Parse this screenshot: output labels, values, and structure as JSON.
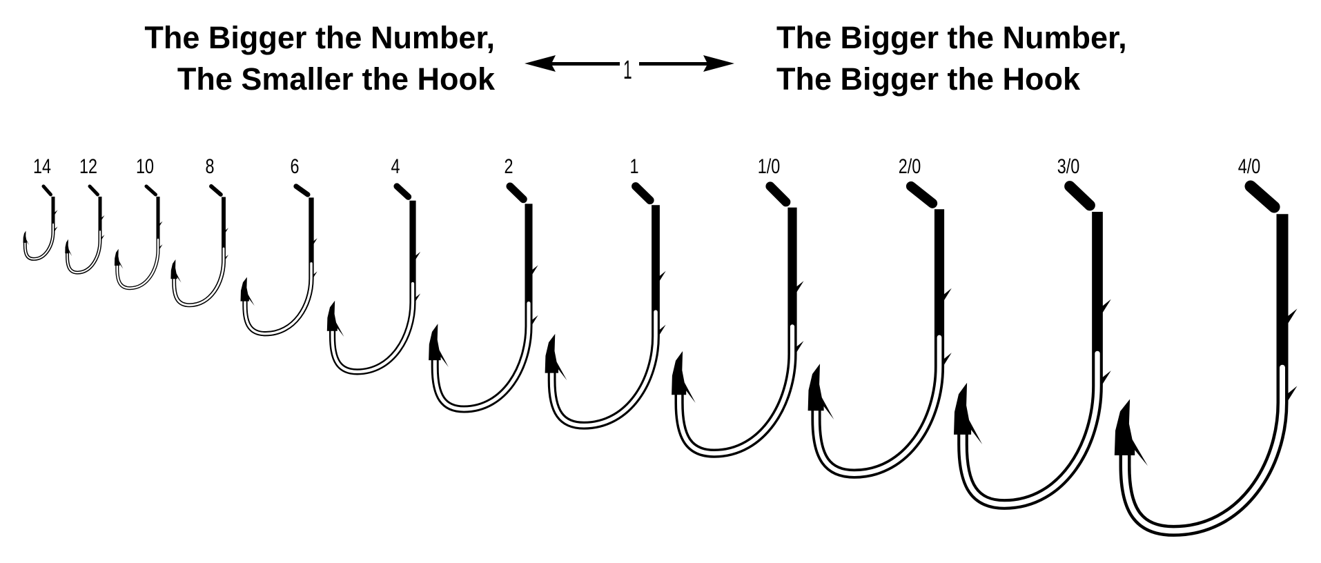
{
  "header": {
    "left": [
      "The Bigger the Number,",
      "The Smaller the Hook"
    ],
    "right": [
      "The Bigger the Number,",
      "The Bigger the Hook"
    ],
    "center_number": "1"
  },
  "hooks": [
    {
      "size": "14"
    },
    {
      "size": "12"
    },
    {
      "size": "10"
    },
    {
      "size": "8"
    },
    {
      "size": "6"
    },
    {
      "size": "4"
    },
    {
      "size": "2"
    },
    {
      "size": "1"
    },
    {
      "size": "1/0"
    },
    {
      "size": "2/0"
    },
    {
      "size": "3/0"
    },
    {
      "size": "4/0"
    }
  ],
  "colors": {
    "ink": "#000000",
    "background": "#ffffff"
  }
}
